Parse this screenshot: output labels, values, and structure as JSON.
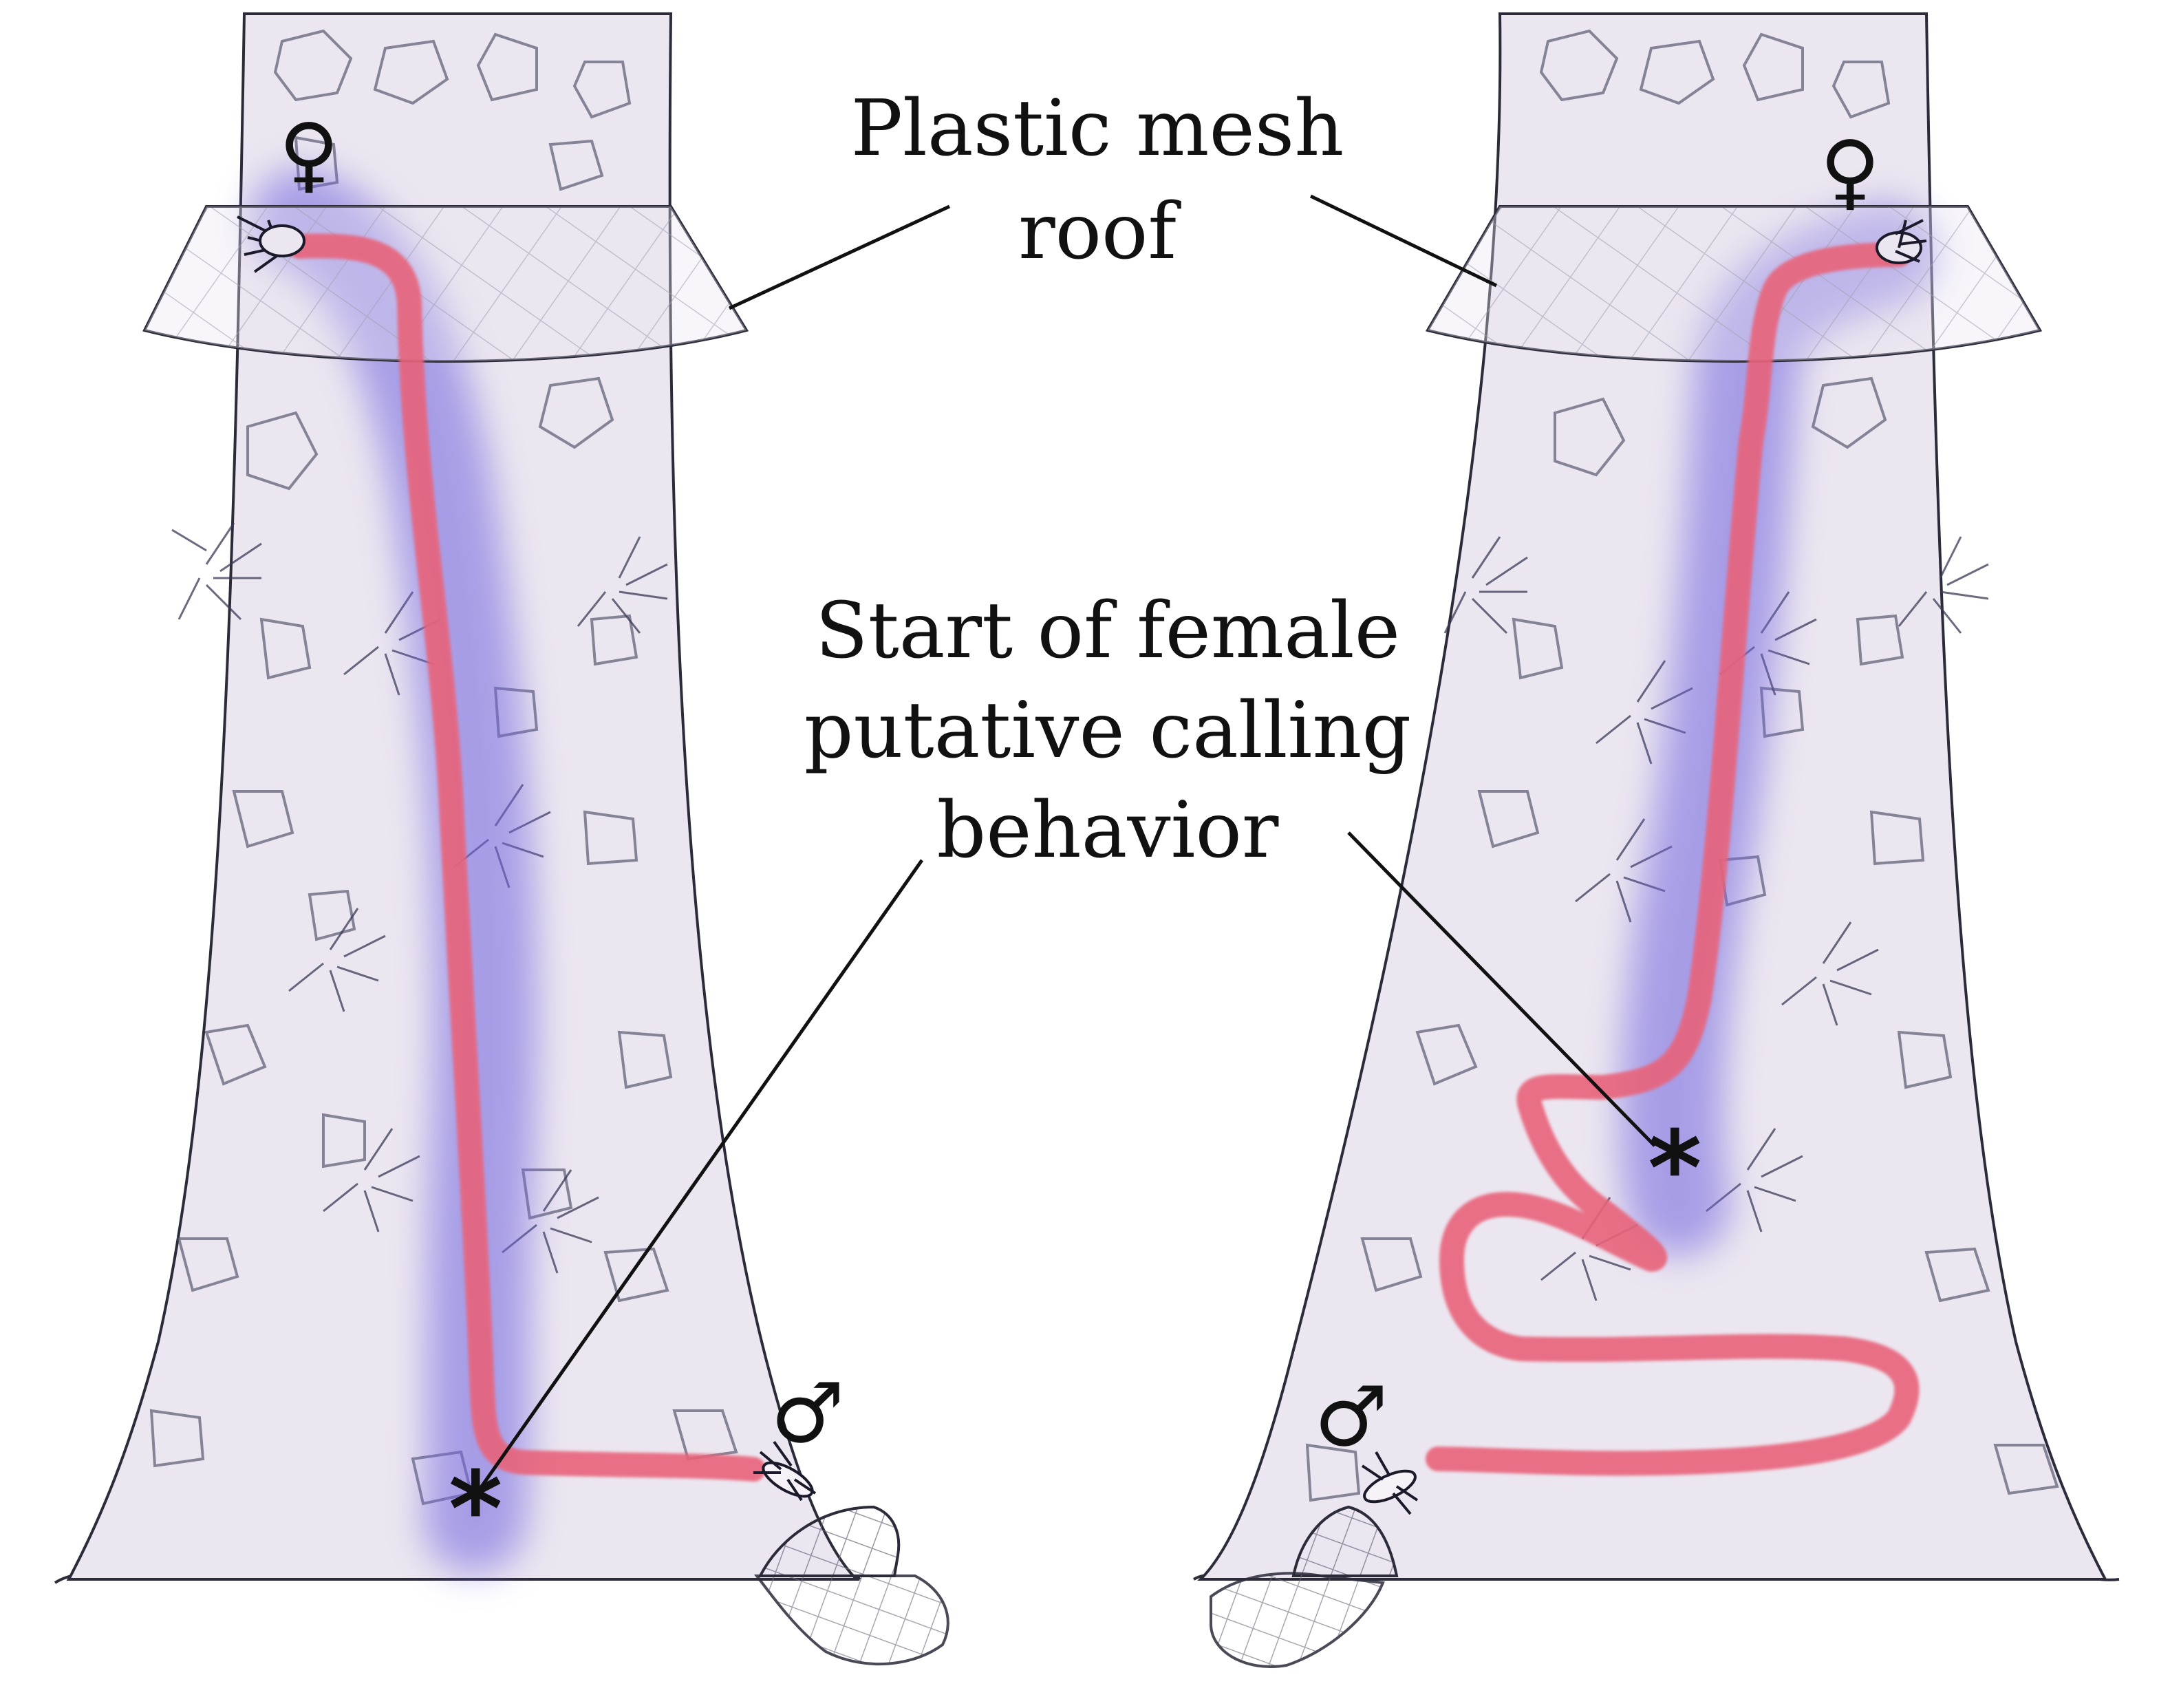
{
  "labels": {
    "mesh_line1": "Plastic mesh",
    "mesh_line2": "roof",
    "calling_line1": "Start of female",
    "calling_line2": "putative calling",
    "calling_line3": "behavior"
  },
  "symbols": {
    "female": "♀",
    "male": "♂",
    "asterisk": "*"
  },
  "colors": {
    "trunk_fill": "#ece6f0",
    "outline": "#2b2b3a",
    "male_path": "#e8637a",
    "female_scent": "#6f63e0",
    "bark": "#5a5a70",
    "leader_line": "#111111"
  }
}
